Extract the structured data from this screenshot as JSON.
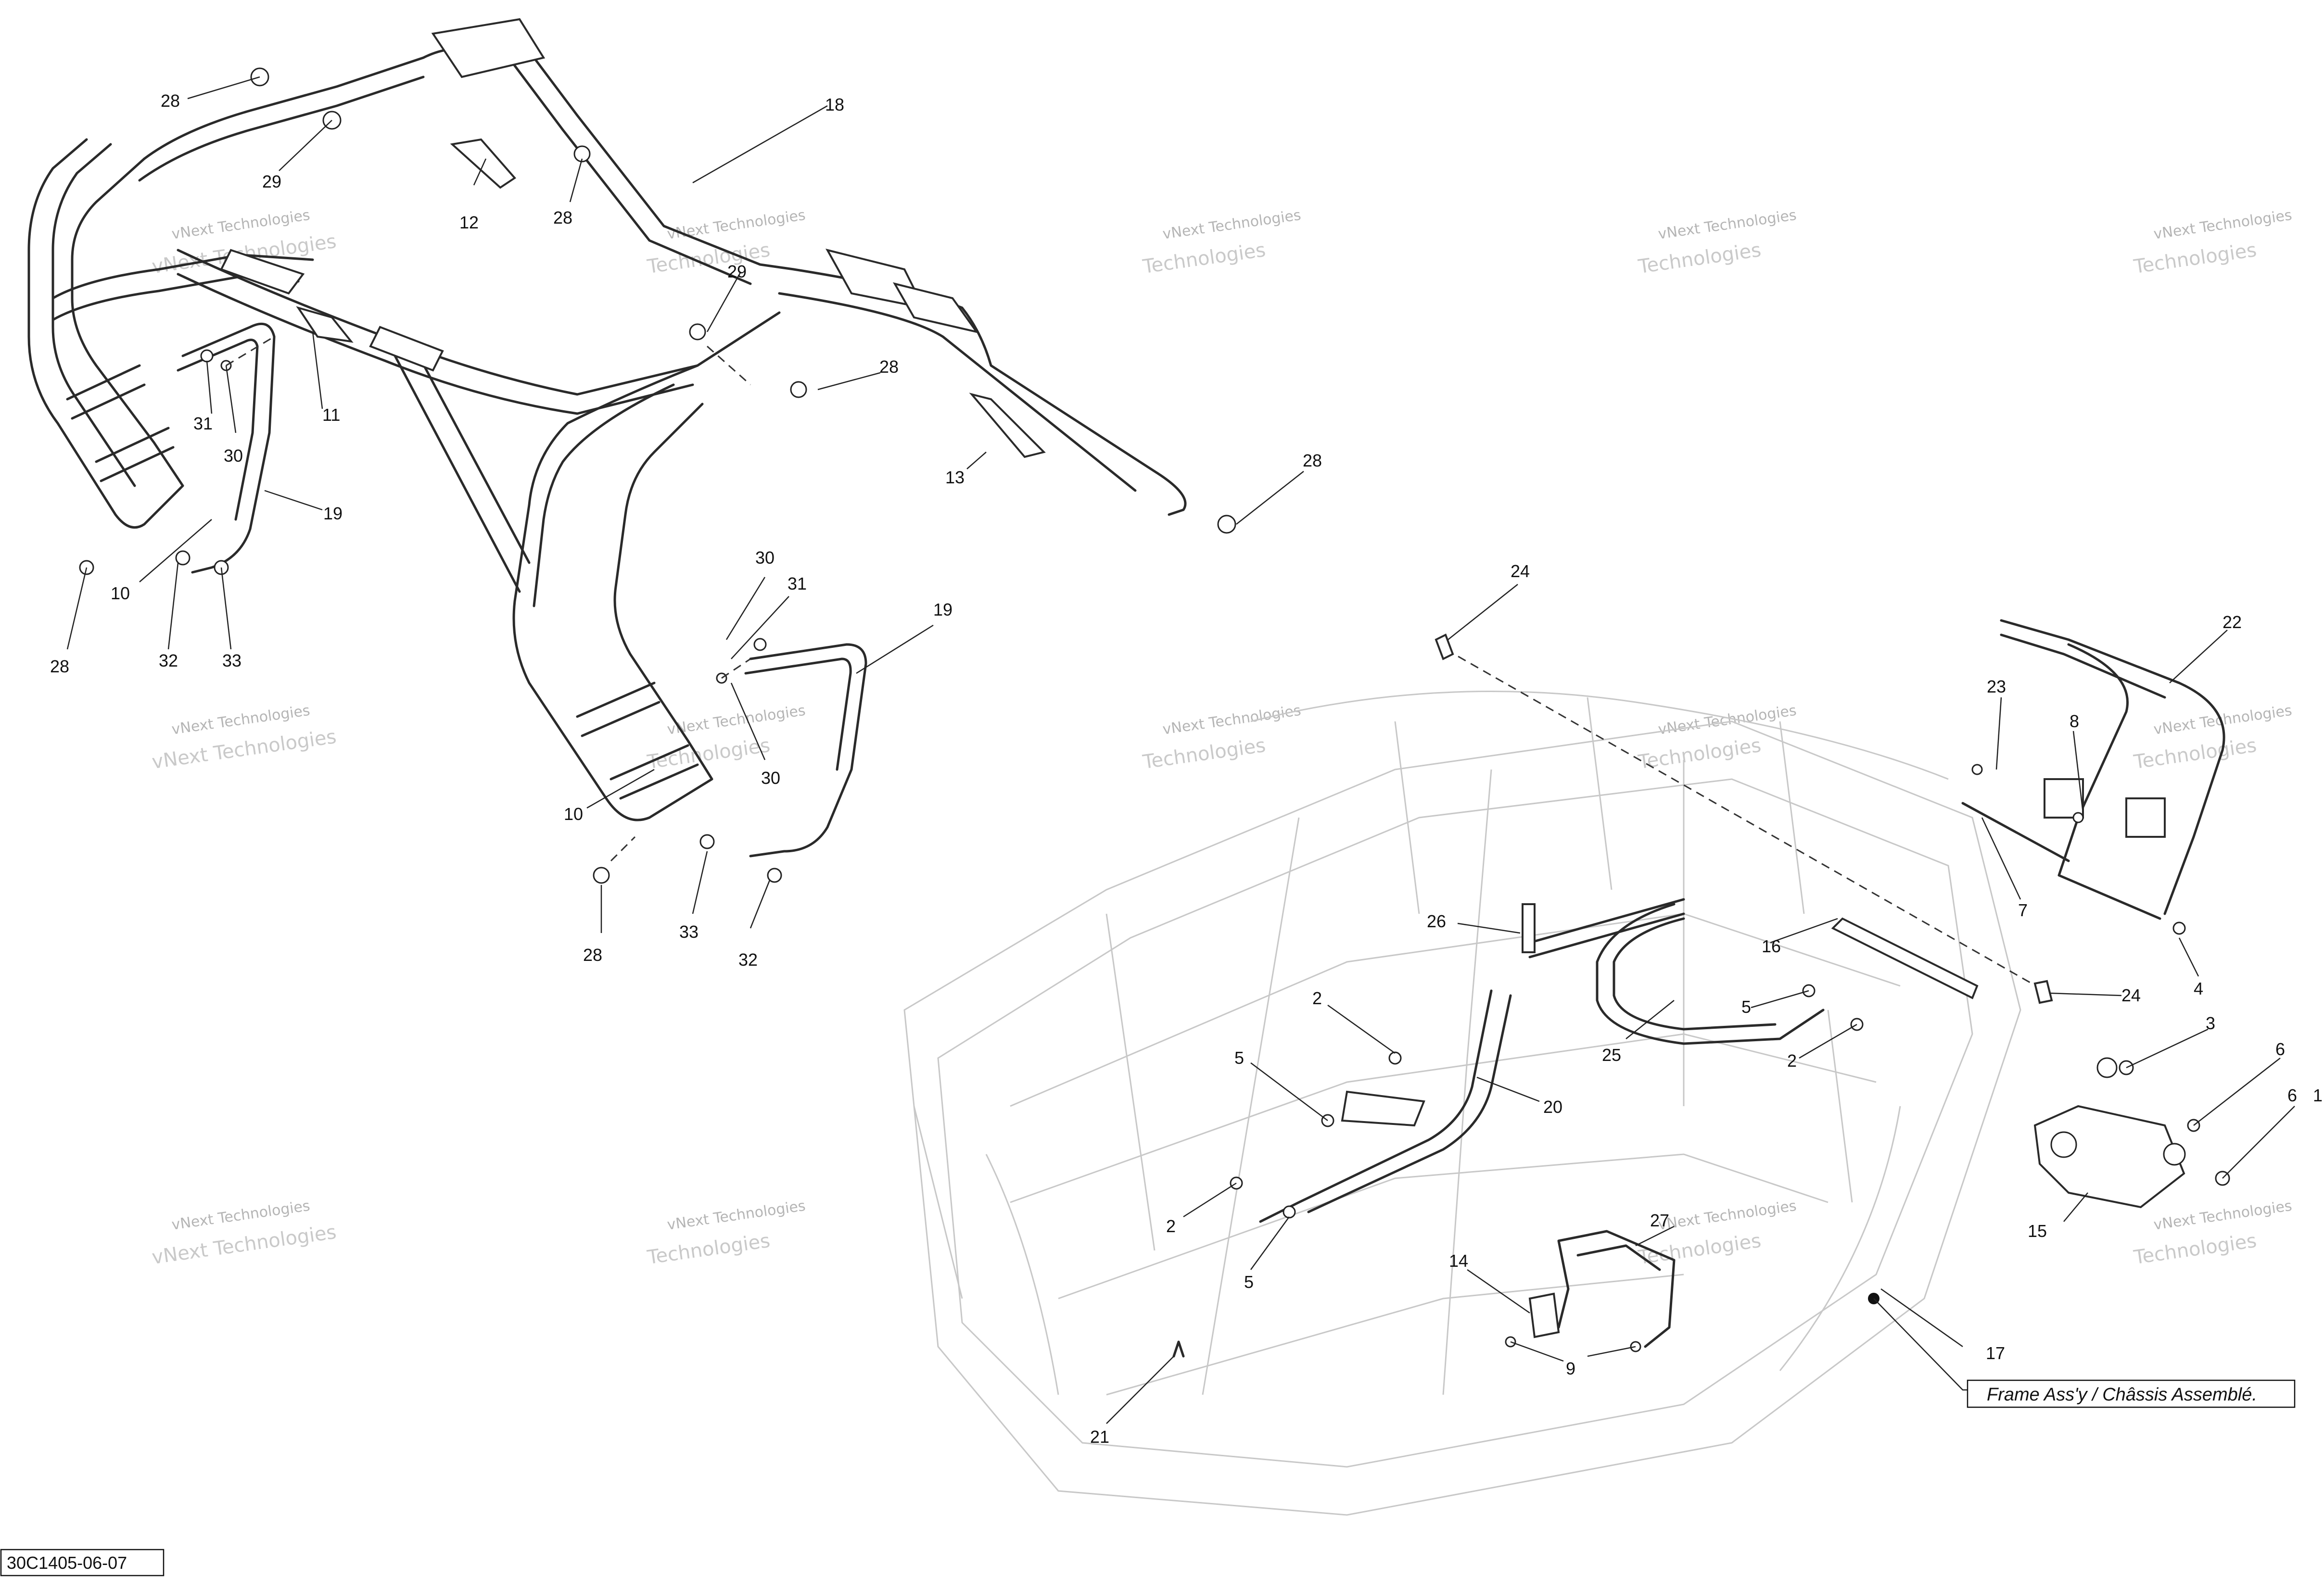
{
  "diagram": {
    "code": "30C1405-06-07",
    "frame_note": "Frame Ass'y / Châssis Assemblé.",
    "watermark_line1": "vNext Technologies",
    "watermark_line2": "Technologies"
  },
  "labels": {
    "l28a": "28",
    "l29a": "29",
    "l18": "18",
    "l12": "12",
    "l28b": "28",
    "l29b": "29",
    "l28c": "28",
    "l11": "11",
    "l31a": "31",
    "l30a": "30",
    "l19a": "19",
    "l10a": "10",
    "l28d": "28",
    "l32a": "32",
    "l33a": "33",
    "l13": "13",
    "l28e": "28",
    "l30b": "30",
    "l31b": "31",
    "l19b": "19",
    "l30c": "30",
    "l10b": "10",
    "l33b": "33",
    "l28f": "28",
    "l32b": "32",
    "l24a": "24",
    "l22": "22",
    "l23": "23",
    "l8": "8",
    "l7": "7",
    "l4": "4",
    "l24b": "24",
    "l26": "26",
    "l16": "16",
    "l5a": "5",
    "l25": "25",
    "l2a": "2",
    "l2b": "2",
    "l5b": "5",
    "l20": "20",
    "l3": "3",
    "l6a": "6",
    "l6b": "6",
    "l1": "1",
    "l15": "15",
    "l2c": "2",
    "l5c": "5",
    "l27": "27",
    "l14": "14",
    "l9": "9",
    "l17": "17",
    "l21": "21"
  }
}
